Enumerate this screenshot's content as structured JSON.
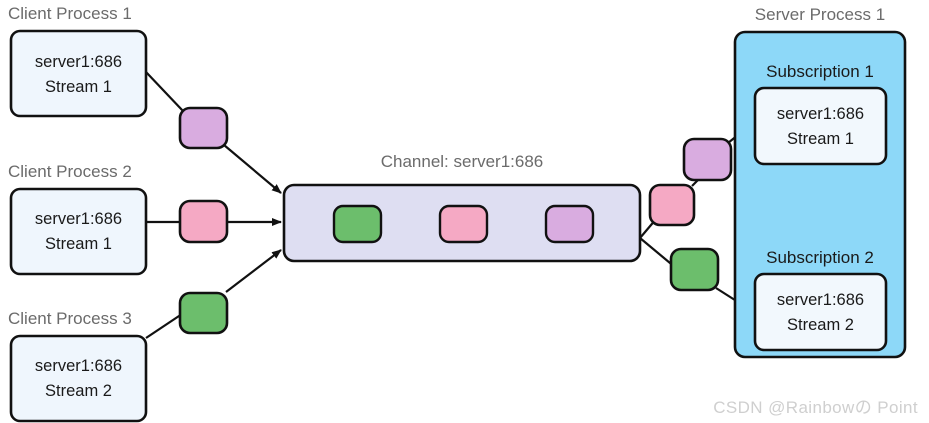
{
  "diagram": {
    "title_watermark": "CSDN @Rainbowの Point",
    "colors": {
      "client_box_fill": "#eff6fd",
      "client_box_stroke": "#111111",
      "channel_fill": "#dedef2",
      "channel_stroke": "#111111",
      "server_fill": "#8dd8f8",
      "server_stroke": "#111111",
      "subscription_fill": "#f2f8fd",
      "token_green": "#6cbe6c",
      "token_pink": "#f5a9c4",
      "token_purple": "#d9ace0",
      "group_label": "#6b6b6b",
      "edge": "#111111",
      "watermark": "#cfcfcf",
      "background": "#ffffff"
    },
    "clients": [
      {
        "label": "Client Process 1",
        "line1": "server1:686",
        "line2": "Stream 1",
        "token_color_name": "token_purple"
      },
      {
        "label": "Client Process 2",
        "line1": "server1:686",
        "line2": "Stream 1",
        "token_color_name": "token_pink"
      },
      {
        "label": "Client Process 3",
        "line1": "server1:686",
        "line2": "Stream 2",
        "token_color_name": "token_green"
      }
    ],
    "channel": {
      "label": "Channel: server1:686",
      "tokens": [
        {
          "color_name": "token_green"
        },
        {
          "color_name": "token_pink"
        },
        {
          "color_name": "token_purple"
        }
      ]
    },
    "server": {
      "label": "Server Process 1",
      "outbound_tokens": [
        {
          "color_name": "token_pink"
        },
        {
          "color_name": "token_purple"
        },
        {
          "color_name": "token_green"
        }
      ],
      "subscriptions": [
        {
          "label": "Subscription 1",
          "line1": "server1:686",
          "line2": "Stream 1"
        },
        {
          "label": "Subscription 2",
          "line1": "server1:686",
          "line2": "Stream 2"
        }
      ]
    }
  }
}
